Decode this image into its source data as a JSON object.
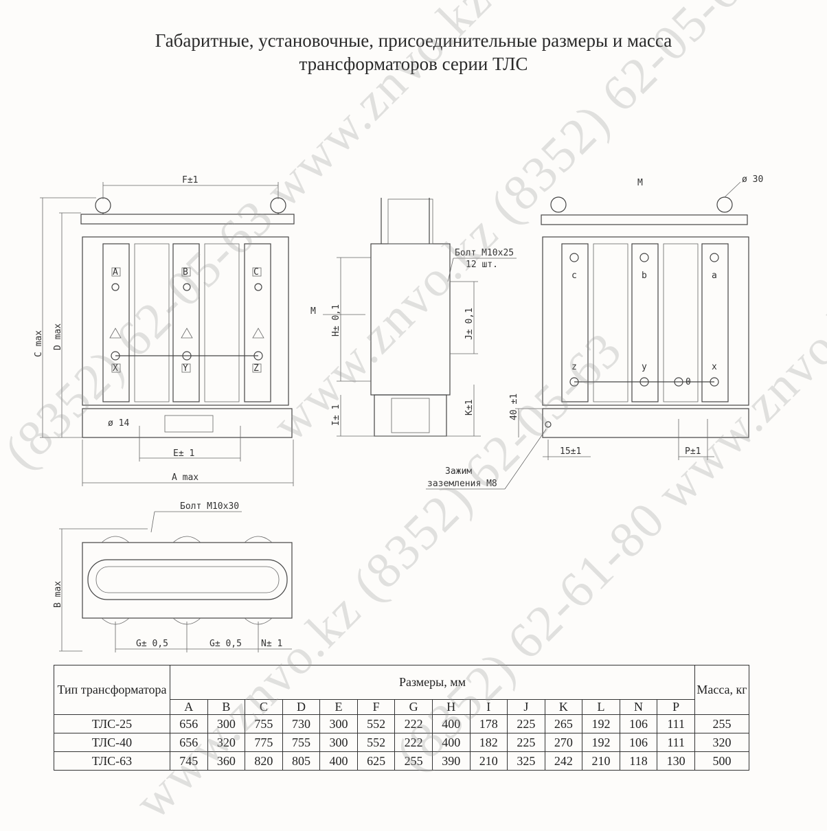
{
  "title": {
    "line1": "Габаритные, установочные, присоединительные размеры и масса",
    "line2": "трансформаторов серии ТЛС"
  },
  "drawing_labels": {
    "f": "F±1",
    "e": "E± 1",
    "a": "A max",
    "c": "C max",
    "d": "D max",
    "hole": "ø 14",
    "m_front": "M",
    "m_side": "M",
    "phi30": "ø 30",
    "bolt1": "Болт M10x25",
    "bolt1_qty": "12 шт.",
    "h": "H± 0,1",
    "j": "J± 0,1",
    "i": "I± 1",
    "k": "K±1",
    "h40": "40 ±1",
    "d15": "15±1",
    "p": "P±1",
    "ground1": "Зажим",
    "ground2": "заземления M8",
    "bolt2": "Болт M10x30",
    "b": "B max",
    "g1": "G± 0,5",
    "g2": "G± 0,5",
    "n": "N± 1",
    "phase_a": "A",
    "phase_b": "B",
    "phase_c": "C",
    "phase_x": "X",
    "phase_y": "Y",
    "phase_z": "Z",
    "phase_la": "a",
    "phase_lb": "b",
    "phase_lc": "c",
    "phase_lx": "x",
    "phase_ly": "y",
    "phase_lz": "z",
    "neutral": "0"
  },
  "table": {
    "type_header": "Тип трансформатора",
    "dims_header": "Размеры, мм",
    "mass_header": "Масса, кг",
    "columns": [
      "A",
      "B",
      "C",
      "D",
      "E",
      "F",
      "G",
      "H",
      "I",
      "J",
      "K",
      "L",
      "N",
      "P"
    ],
    "rows": [
      {
        "type": "ТЛС-25",
        "values": [
          "656",
          "300",
          "755",
          "730",
          "300",
          "552",
          "222",
          "400",
          "178",
          "225",
          "265",
          "192",
          "106",
          "111"
        ],
        "mass": "255"
      },
      {
        "type": "ТЛС-40",
        "values": [
          "656",
          "320",
          "775",
          "755",
          "300",
          "552",
          "222",
          "400",
          "182",
          "225",
          "270",
          "192",
          "106",
          "111"
        ],
        "mass": "320"
      },
      {
        "type": "ТЛС-63",
        "values": [
          "745",
          "360",
          "820",
          "805",
          "400",
          "625",
          "255",
          "390",
          "210",
          "325",
          "242",
          "210",
          "118",
          "130"
        ],
        "mass": "500"
      }
    ]
  },
  "watermarks": [
    "(8352) 62-05-63 www.znvo.kz",
    "www.znvo.kz (8352) 62-05-63",
    "(8352) 62-61-80 www.znvo.kz",
    "www.znvo.kz (8352) 62-05-63 www.znvo.kz"
  ]
}
